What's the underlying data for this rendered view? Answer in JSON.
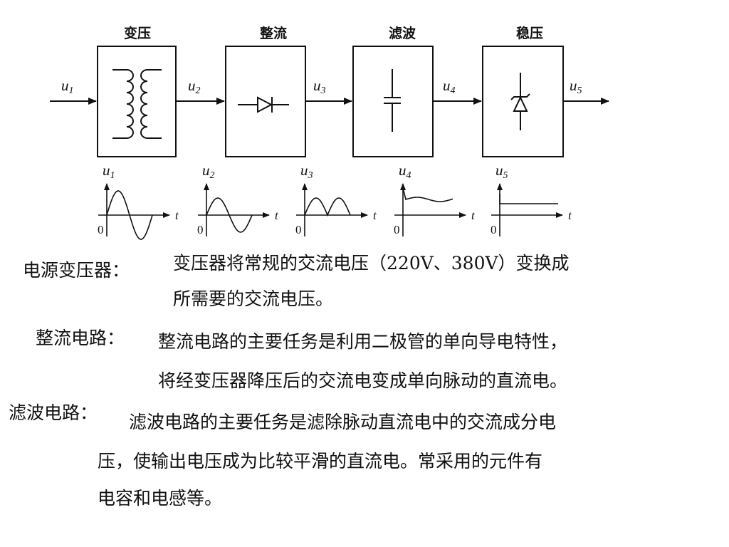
{
  "blocks": [
    {
      "label": "变压"
    },
    {
      "label": "整流"
    },
    {
      "label": "滤波"
    },
    {
      "label": "稳压"
    }
  ],
  "signals": [
    "u1",
    "u2",
    "u3",
    "u4",
    "u5"
  ],
  "waveform_axes": {
    "origin": "0",
    "time": "t"
  },
  "waveforms": [
    {
      "label": "u1",
      "shape": "sine"
    },
    {
      "label": "u2",
      "shape": "sine"
    },
    {
      "label": "u3",
      "shape": "full-wave rectified"
    },
    {
      "label": "u4",
      "shape": "filtered dc with ripple"
    },
    {
      "label": "u5",
      "shape": "flat dc"
    }
  ],
  "descriptions": [
    {
      "term": "电源变压器：",
      "lines": [
        "变压器将常规的交流电压（220V、380V）变换成",
        "所需要的交流电压。"
      ]
    },
    {
      "term": "整流电路：",
      "lines": [
        "整流电路的主要任务是利用二极管的单向导电特性，",
        "将经变压器降压后的交流电变成单向脉动的直流电。"
      ]
    },
    {
      "term": "滤波电路：",
      "lines": [
        "滤波电路的主要任务是滤除脉动直流电中的交流成分电",
        "压，使输出电压成为比较平滑的直流电。常采用的元件有",
        "电容和电感等。"
      ]
    }
  ]
}
